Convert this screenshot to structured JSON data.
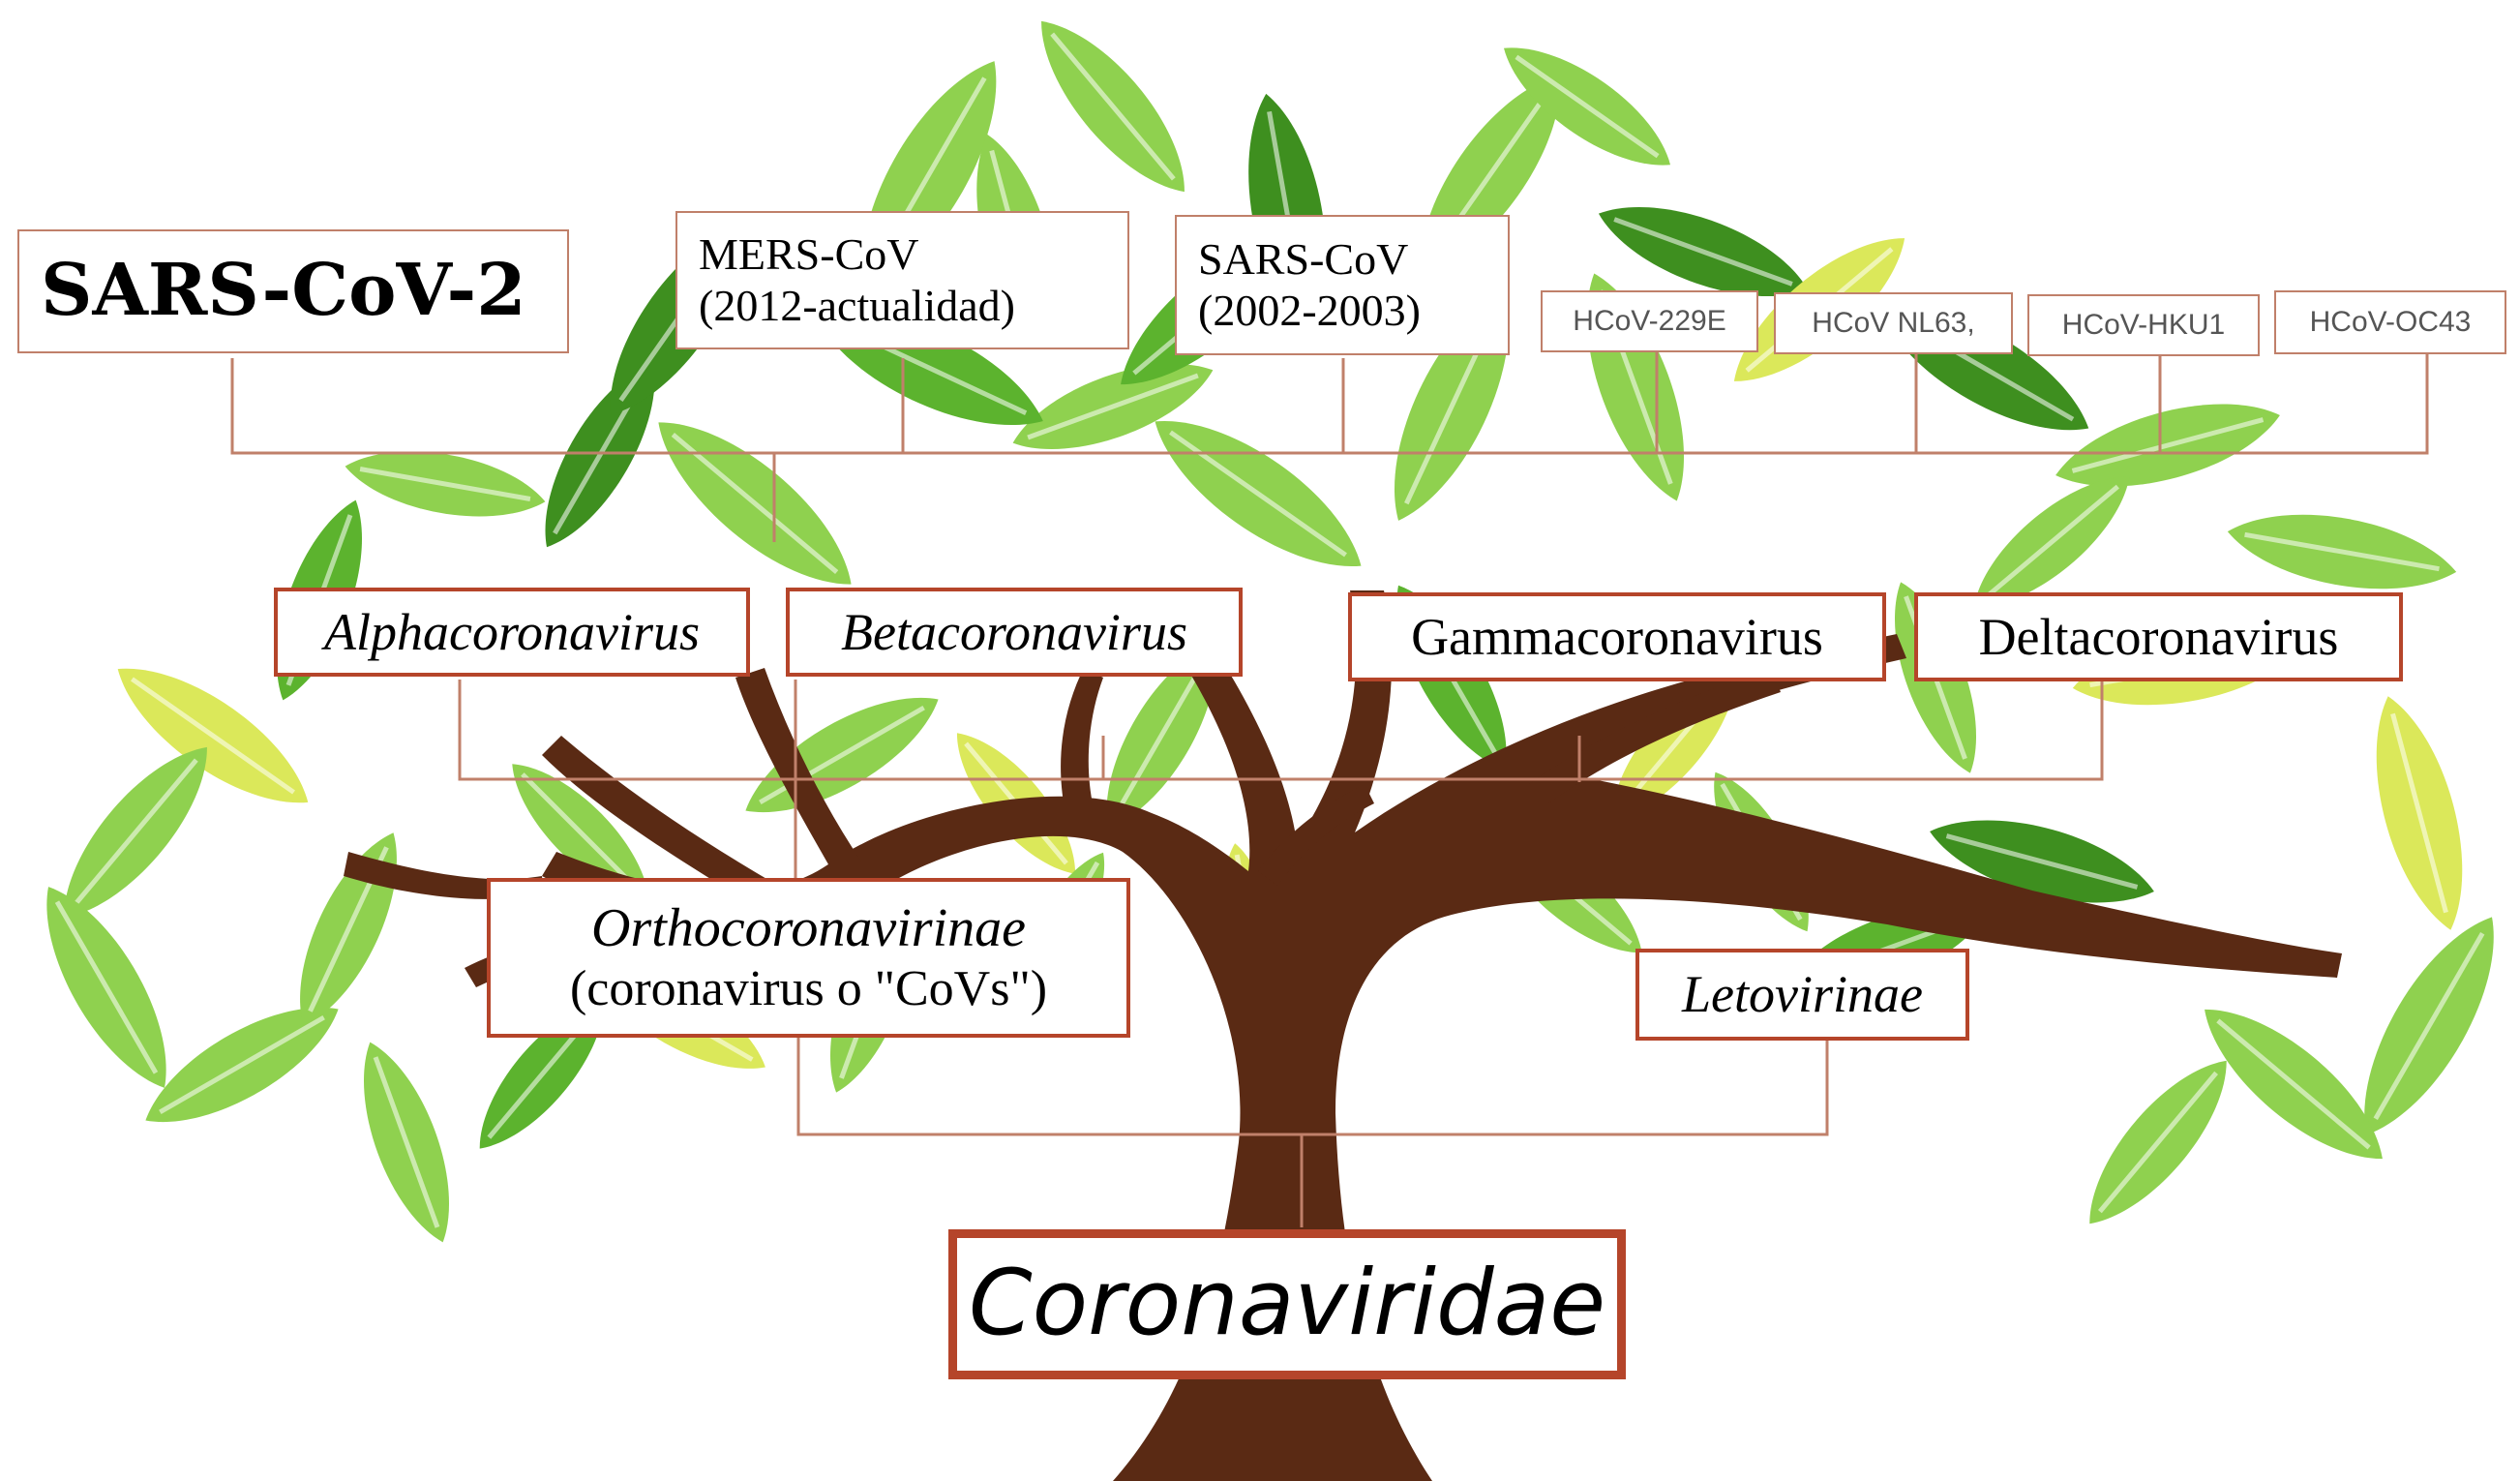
{
  "family": "Coronaviridae",
  "subfamilies": {
    "ortho_name": "Orthocoronavirinae",
    "ortho_note": "(coronavirus o \"CoVs\")",
    "leto": "Letovirinae"
  },
  "genera": {
    "alpha": "Alphacoronavirus",
    "beta": "Betacoronavirus",
    "gamma": "Gammacoronavirus",
    "delta": "Deltacoronavirus"
  },
  "viruses": {
    "sars2": "SARS-CoV-2",
    "mers_name": "MERS-CoV",
    "mers_years": "(2012-actualidad)",
    "sars_name": "SARS-CoV",
    "sars_years": "(2002-2003)",
    "hcov229e": "HCoV-229E",
    "hcovnl63": "HCoV NL63,",
    "hcovhku1": "HCoV-HKU1",
    "hcovoc43": "HCoV-OC43"
  },
  "colors": {
    "box_border": "#b5452a",
    "connector": "#c0806a",
    "trunk": "#5a2a14",
    "leaf_light": "#8fd14f",
    "leaf_mid": "#5cb32e",
    "leaf_dark": "#3e8f1f",
    "leaf_yellow": "#dbe85a"
  },
  "icons": [
    "tree-illustration"
  ]
}
